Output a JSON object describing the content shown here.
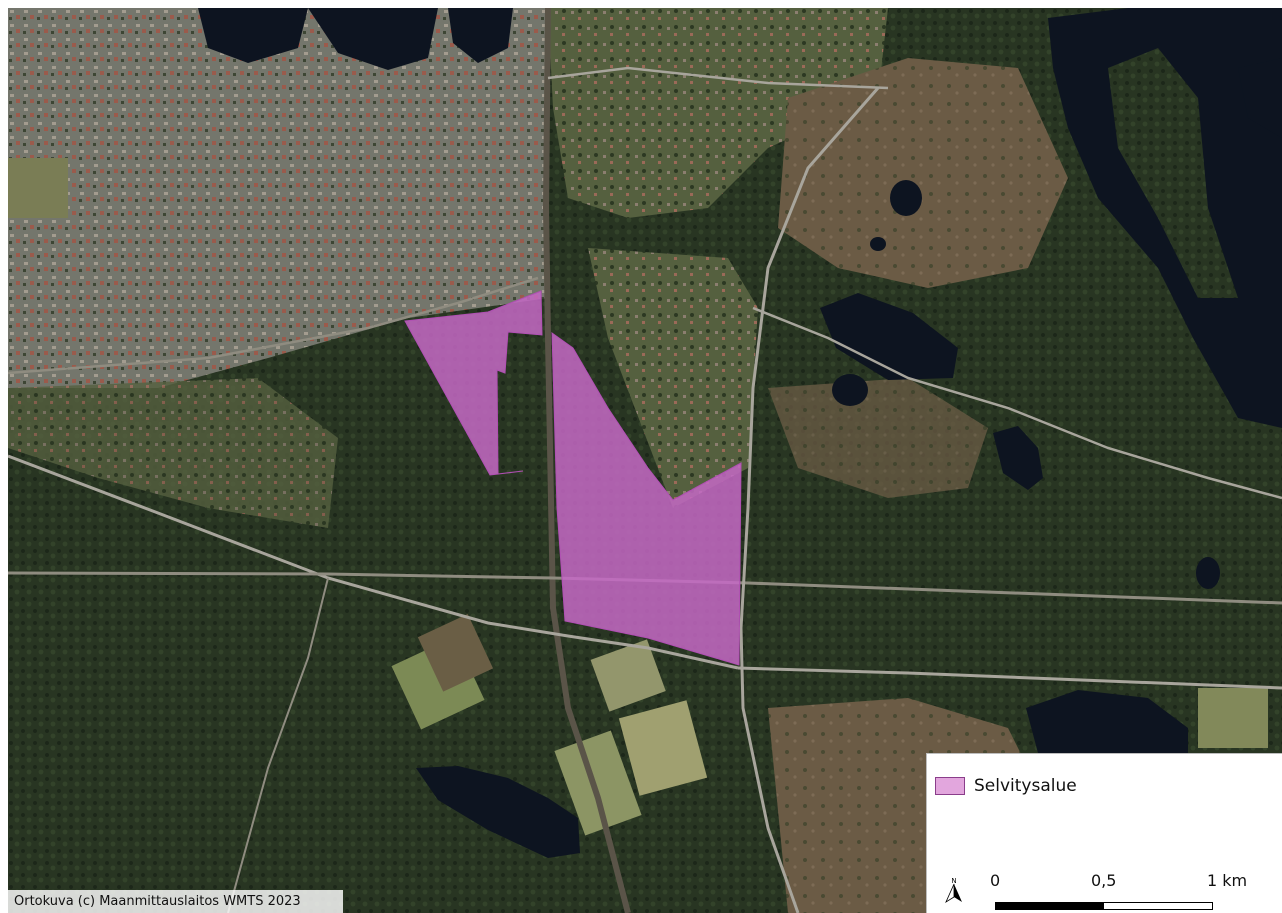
{
  "legend": {
    "items": [
      {
        "label": "Selvitysalue",
        "fill": "#e2a6dd",
        "stroke": "#8a3d8a"
      }
    ]
  },
  "scalebar": {
    "labels": [
      "0",
      "0,5",
      "1 km"
    ],
    "segment_colors": [
      "#000000",
      "#ffffff"
    ]
  },
  "north_arrow": {
    "icon": "north-arrow-icon",
    "letter": "N"
  },
  "attribution": "Ortokuva (c) Maanmittauslaitos WMTS 2023",
  "colors": {
    "forest": "#2c3a24",
    "forest_dark": "#1e2a1b",
    "field": "#6f7a4e",
    "bog": "#6e5e48",
    "urban": "#7b7a70",
    "water": "#0d1420",
    "road": "#a8a59c",
    "survey_area": "#c568c6",
    "survey_area_opacity": 0.85
  }
}
